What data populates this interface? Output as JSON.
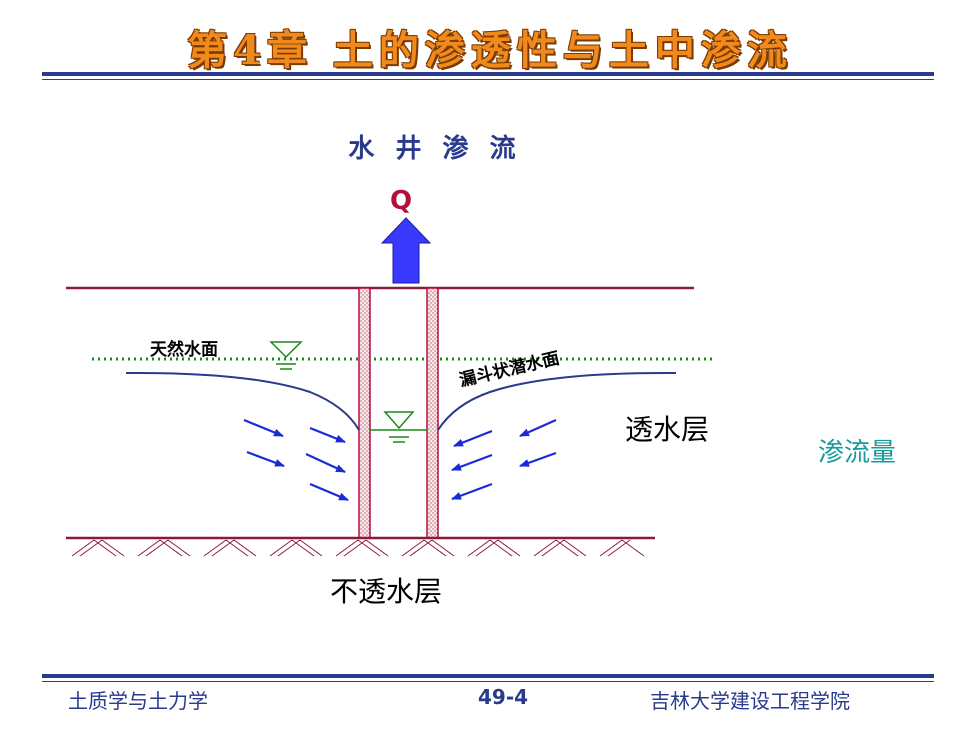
{
  "header": {
    "chapter_title": "第4章 土的渗透性与土中渗流"
  },
  "slide": {
    "title": "水 井 渗 流"
  },
  "diagram": {
    "flow_label": "Q",
    "natural_water_surface": "天然水面",
    "funnel_phreatic_surface": "漏斗状潜水面",
    "permeable_layer": "透水层",
    "impermeable_layer": "不透水层"
  },
  "side": {
    "seepage_quantity": "渗流量"
  },
  "footer": {
    "course": "土质学与土力学",
    "page": "49-4",
    "institution": "吉林大学建设工程学院"
  },
  "colors": {
    "title_orange": "#f08a1c",
    "navy": "#2a3a8c",
    "teal": "#1a9a9a",
    "ground_line": "#8b1a3a",
    "water_green": "#1a8a1a",
    "arrow_blue": "#1a2ad8",
    "q_arrow_blue": "#3a3aff"
  }
}
